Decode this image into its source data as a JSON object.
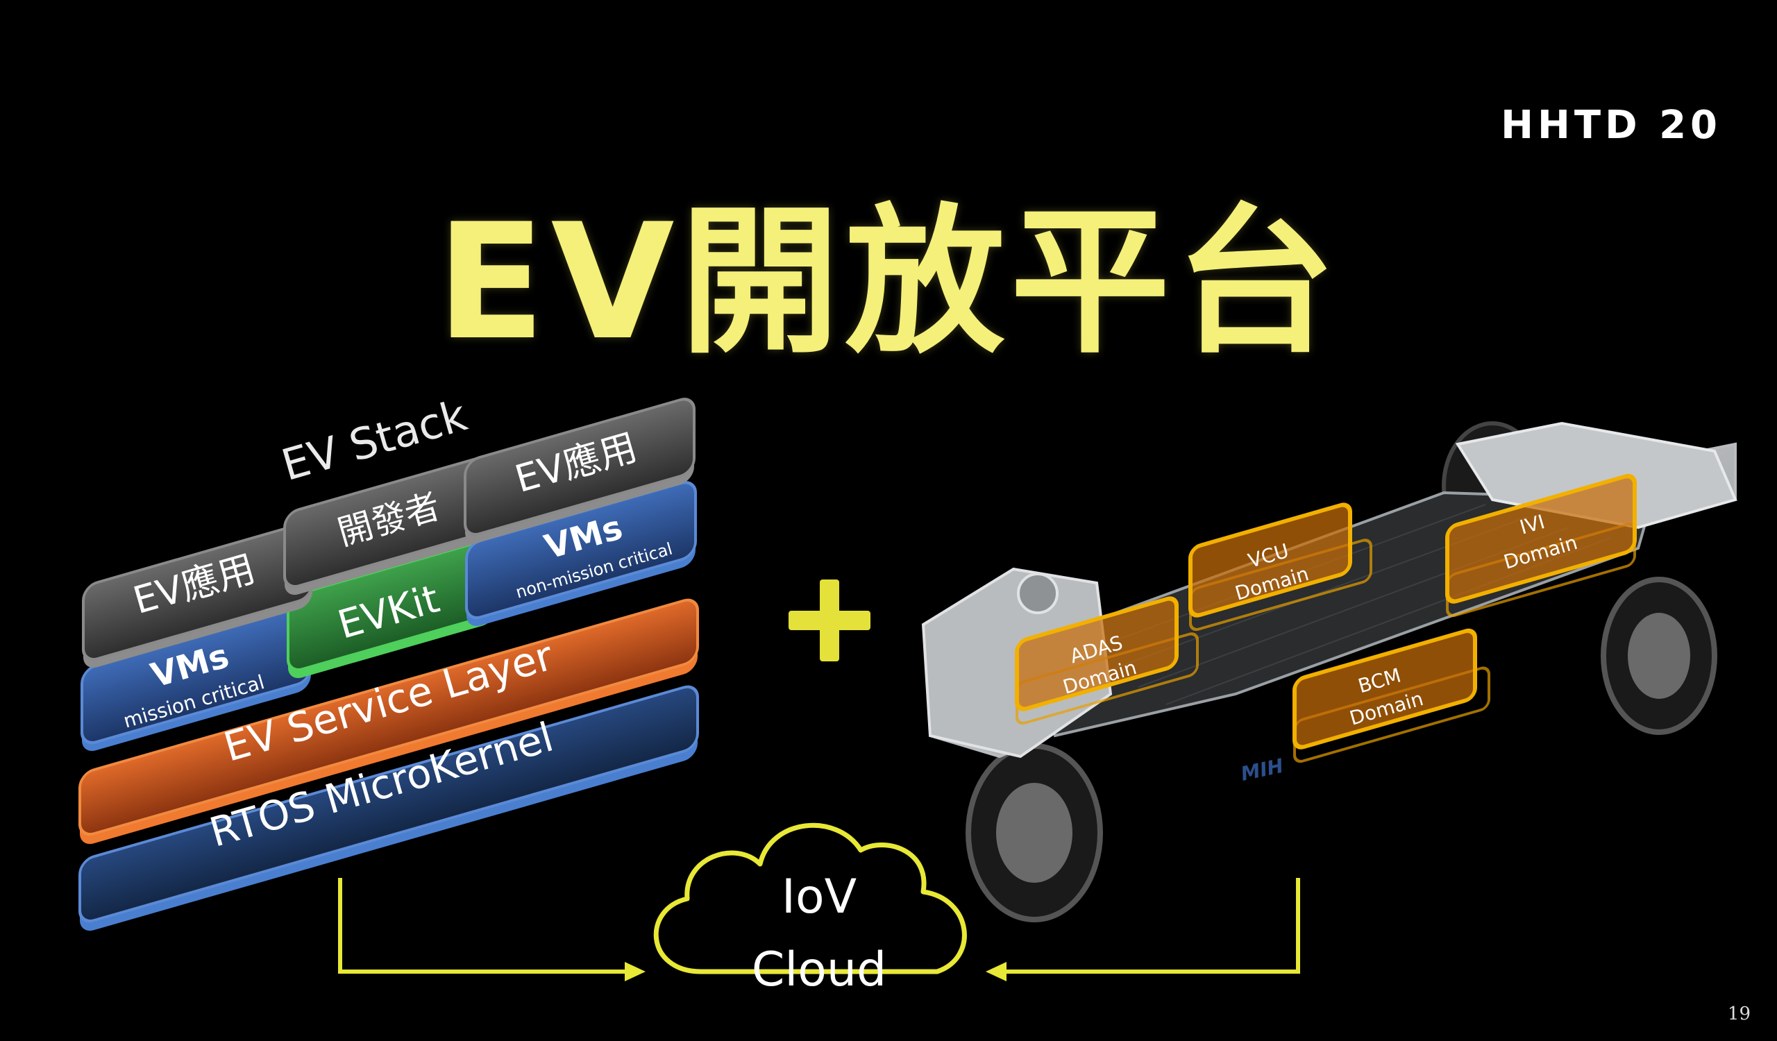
{
  "header": {
    "logo_text": "HHTD 20",
    "title": "EV開放平台"
  },
  "stack": {
    "heading": "EV Stack",
    "tiles": {
      "ev_app_left": "EV應用",
      "developer": "開發者",
      "ev_app_right": "EV應用",
      "vms_mission_label": "VMs",
      "vms_mission_sub": "mission critical",
      "evkit": "EVKit",
      "vms_non_mission_label": "VMs",
      "vms_non_mission_sub": "non-mission critical",
      "service_layer": "EV Service Layer",
      "rtos": "RTOS MicroKernel"
    }
  },
  "plus_symbol": "+",
  "chassis": {
    "domains": {
      "adas": [
        "ADAS",
        "Domain"
      ],
      "vcu": [
        "VCU",
        "Domain"
      ],
      "bcm": [
        "BCM",
        "Domain"
      ],
      "ivi": [
        "IVI",
        "Domain"
      ]
    },
    "brand": "MIH"
  },
  "cloud": {
    "line1": "IoV",
    "line2": "Cloud"
  },
  "page_number": "19",
  "colors": {
    "title": "#f4f07a",
    "accent_yellow": "#e8e836",
    "orange_layer": "#c9541c",
    "blue_layer": "#2c4f8c",
    "green_tile": "#2c8a38",
    "gray_tile": "#4a4a4a",
    "domain_orange": "#e8a000"
  }
}
